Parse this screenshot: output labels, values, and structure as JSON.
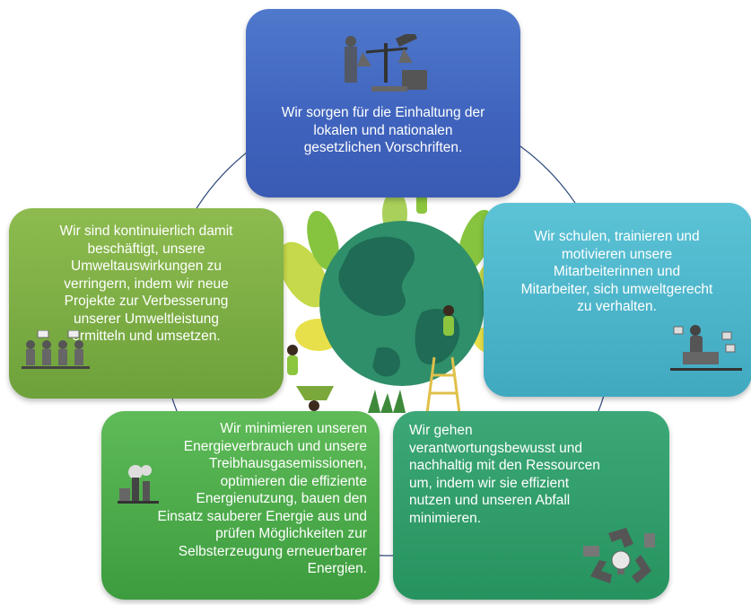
{
  "boxes": {
    "top": {
      "text": "Wir sorgen für die Einhaltung der\nlokalen und nationalen\ngesetzlichen Vorschriften.",
      "color": "#4169c2"
    },
    "right": {
      "text": "Wir schulen, trainieren und\nmotivieren unsere\nMitarbeiterinnen und\nMitarbeiter, sich umweltgerecht\nzu verhalten.",
      "color": "#4bb4c9"
    },
    "left": {
      "text": "Wir sind kontinuierlich damit\nbeschäftigt, unsere\nUmweltauswirkungen zu\nverringern, indem wir neue\nProjekte zur Verbesserung\nunserer Umweltleistung\nermitteln und umsetzen.",
      "color": "#7aab44"
    },
    "bottom_left": {
      "text": "Wir minimieren unseren\nEnergieverbrauch und unsere\nTreibhausgasemissionen,\noptimieren die effiziente\nEnergienutzung, bauen den\nEinsatz sauberer Energie aus und\nprüfen Möglichkeiten zur\nSelbsterzeugung erneuerbarer\nEnergien.",
      "color": "#4aac4b"
    },
    "bottom_right": {
      "text": "Wir gehen\nverantwortungsbewusst und\nnachhaltig mit den Ressourcen\num, indem wir sie effizient\nnutzen und unseren Abfall\nminimieren.",
      "color": "#2f9e69"
    }
  },
  "icons": {
    "top": "law-scales-icon",
    "right": "training-people-icon",
    "left": "meeting-people-icon",
    "bottom_left": "factory-emissions-icon",
    "bottom_right": "recycling-icon",
    "center": "earth-globe-illustration"
  },
  "colors": {
    "connector": "#2c4a7a",
    "globe_ocean": "#2f8f6a",
    "globe_land": "#1f6b55"
  }
}
